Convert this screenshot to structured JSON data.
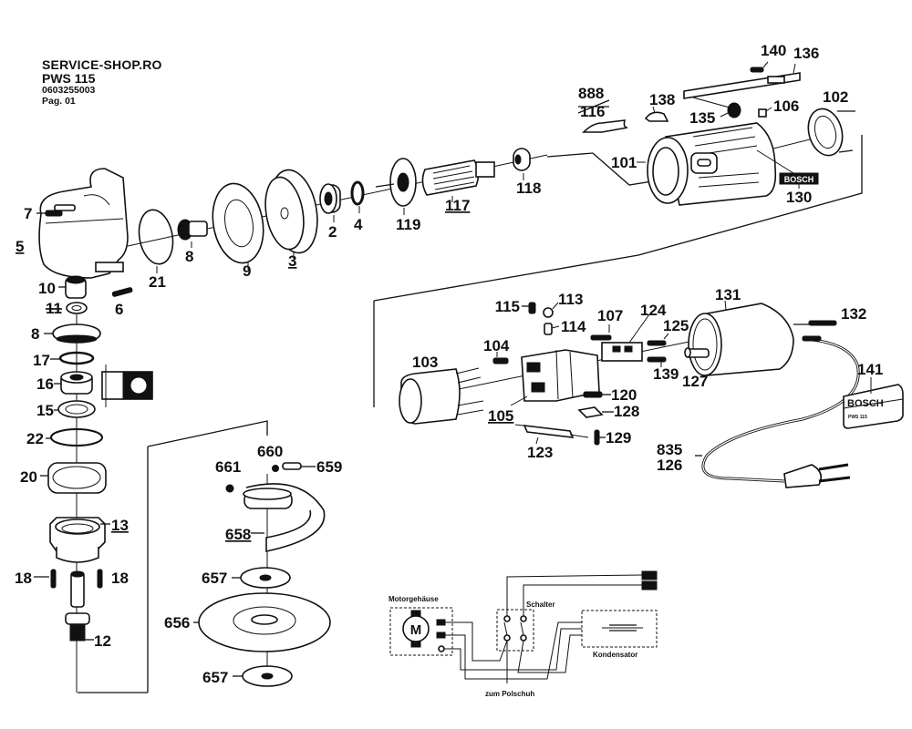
{
  "header": {
    "site": "SERVICE-SHOP.RO",
    "model": "PWS 115",
    "part_number": "0603255003",
    "page": "Pag. 01"
  },
  "parts": {
    "p7": "7",
    "p5": "5",
    "p10": "10",
    "p11": "11",
    "p6": "6",
    "p21": "21",
    "p8a": "8",
    "p9": "9",
    "p3": "3",
    "p2": "2",
    "p4": "4",
    "p119": "119",
    "p117": "117",
    "p118": "118",
    "p888": "888",
    "p116": "116",
    "p138": "138",
    "p140": "140",
    "p136": "136",
    "p135": "135",
    "p106": "106",
    "p102": "102",
    "p101": "101",
    "p130": "130",
    "p8b": "8",
    "p17": "17",
    "p16": "16",
    "p15": "15",
    "p22": "22",
    "p20": "20",
    "p13": "13",
    "p18a": "18",
    "p18b": "18",
    "p12": "12",
    "p115": "115",
    "p113": "113",
    "p114": "114",
    "p107": "107",
    "p124": "124",
    "p125": "125",
    "p131": "131",
    "p132": "132",
    "p104": "104",
    "p103": "103",
    "p120": "120",
    "p139": "139",
    "p127": "127",
    "p141": "141",
    "p128": "128",
    "p105": "105",
    "p129": "129",
    "p123": "123",
    "p835": "835",
    "p126": "126",
    "p660": "660",
    "p661": "661",
    "p659": "659",
    "p658": "658",
    "p657a": "657",
    "p656": "656",
    "p657b": "657"
  },
  "badges": {
    "housing_logo": "BOSCH",
    "nameplate_brand": "BOSCH",
    "nameplate_model": "PWS 115"
  },
  "wiring": {
    "motor_housing": "Motorgehäuse",
    "motor_symbol": "M",
    "switch": "Schalter",
    "capacitor": "Kondensator",
    "pole_shoe": "zum  Polschuh"
  }
}
